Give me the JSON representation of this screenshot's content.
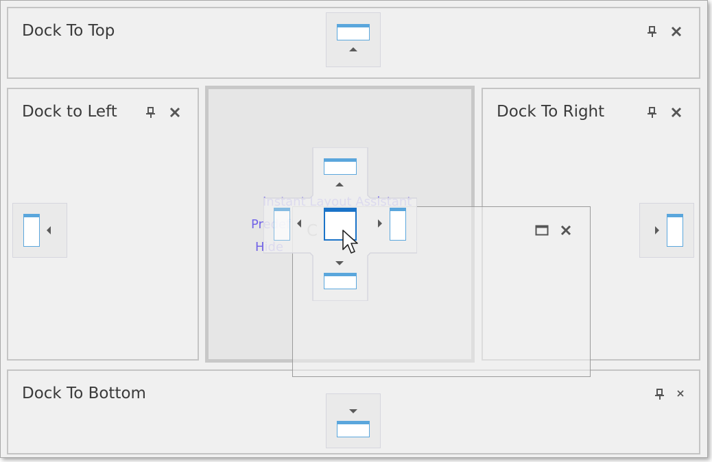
{
  "panels": {
    "top": {
      "title": "Dock To Top"
    },
    "left": {
      "title": "Dock to Left"
    },
    "right": {
      "title": "Dock To Right"
    },
    "bottom": {
      "title": "Dock To Bottom"
    }
  },
  "floating_panel": {
    "partial_title": "C"
  },
  "hint_menu": {
    "item1": "Instant Layout Assistant",
    "item2": "Predef",
    "item3": "Hide"
  },
  "colors": {
    "accent": "#5aa6dc",
    "center_active": "#1a73c8",
    "link": "#6b5ce8",
    "background": "#f0f0f0"
  }
}
